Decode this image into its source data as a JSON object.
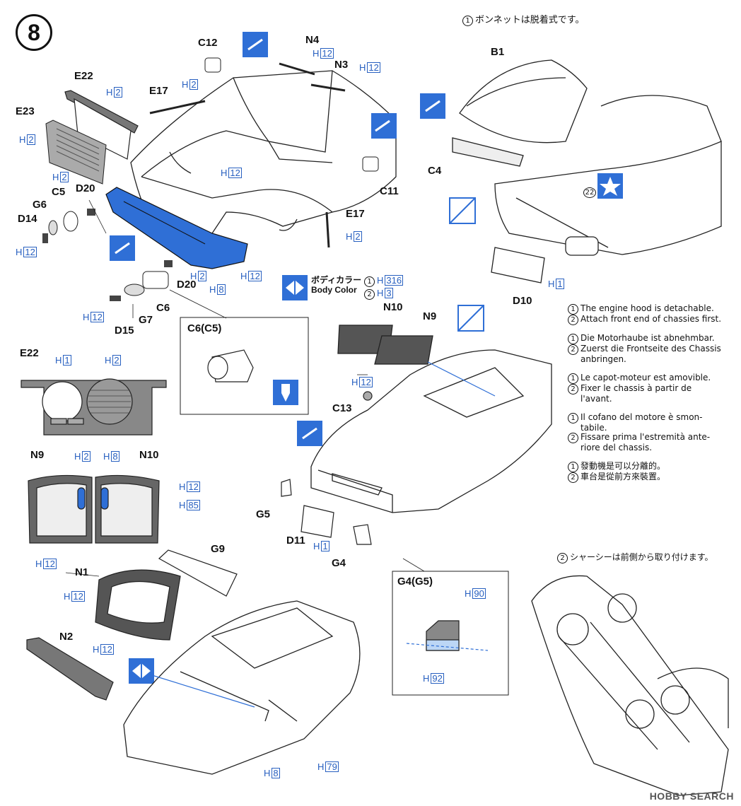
{
  "step_number": "8",
  "top_note_jp": "ボンネットは脱着式です。",
  "chassis_note_jp": "シャーシーは前側から取り付けます。",
  "body_color": {
    "label_jp": "ボディカラー",
    "label_en": "Body Color",
    "item1": "316",
    "item2": "3"
  },
  "notes": {
    "en1": "The engine hood is detachable.",
    "en2": "Attach front end of chassies first.",
    "de1": "Die Motorhaube ist abnehmbar.",
    "de2a": "Zuerst die Frontseite des Chassis",
    "de2b": "anbringen.",
    "fr1": "Le capot-moteur est amovible.",
    "fr2a": "Fixer le chassis à partir de",
    "fr2b": "l'avant.",
    "it1a": "Il cofano del motore è smon-",
    "it1b": "tabile.",
    "it2a": "Fissare prima l'estremità ante-",
    "it2b": "riore del chassis.",
    "zh1": "發動機是可以分離的。",
    "zh2": "車台是從前方來裝置。"
  },
  "circ1": "1",
  "circ2": "2",
  "parts": {
    "c12": "C12",
    "n4": "N4",
    "n3": "N3",
    "e22": "E22",
    "e17": "E17",
    "e23": "E23",
    "d20": "D20",
    "c5": "C5",
    "g6": "G6",
    "d14": "D14",
    "c11": "C11",
    "e17b": "E17",
    "d20b": "D20",
    "c6": "C6",
    "g7": "G7",
    "d15": "D15",
    "b1": "B1",
    "c4": "C4",
    "d10": "D10",
    "n10": "N10",
    "n9": "N9",
    "c13": "C13",
    "g5": "G5",
    "d11": "D11",
    "g4": "G4",
    "e22b": "E22",
    "n9b": "N9",
    "n10b": "N10",
    "n1": "N1",
    "g9": "G9",
    "n2": "N2",
    "c6c5": "C6(C5)",
    "g4g5": "G4(G5)",
    "star22": "22"
  },
  "h_prefix": "H",
  "hcodes": {
    "h_e22": "2",
    "h_e17": "2",
    "h_e23": "2",
    "h_d20": "2",
    "h_d14": "12",
    "h_n4": "12",
    "h_n3": "12",
    "h_12a": "12",
    "h_e17b": "2",
    "h_c6": "2",
    "h_d20b": "8",
    "h_12b": "12",
    "h_d15": "12",
    "h_d10": "1",
    "h_n10": "12",
    "h_e22a": "1",
    "h_e22b": "2",
    "h_n9a": "2",
    "h_n9b": "8",
    "h_n9c": "12",
    "h_n9d": "85",
    "h_n9e": "12",
    "h_d11": "1",
    "h_n1": "12",
    "h_n2": "12",
    "h_g4a": "90",
    "h_g4b": "92",
    "h_body1": "8",
    "h_body2": "79"
  },
  "watermark": "HOBBY SEARCH",
  "colors": {
    "accent_blue": "#2f6fd6",
    "ink": "#111111",
    "light_blue": "#bcd6f5"
  }
}
